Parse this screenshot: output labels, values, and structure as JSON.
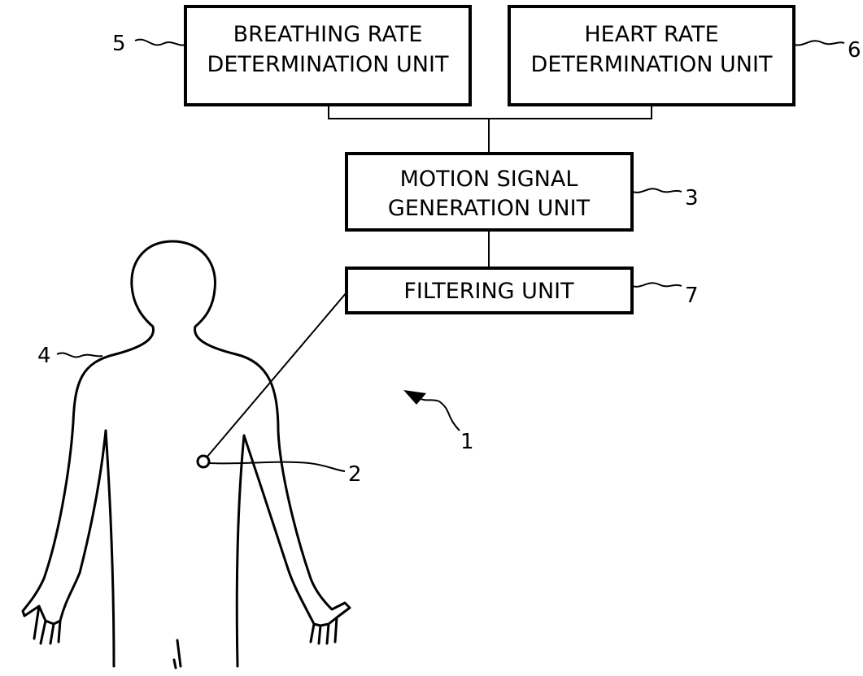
{
  "boxes": {
    "breathing": {
      "line1": "BREATHING RATE",
      "line2": "DETERMINATION UNIT",
      "ref": "5"
    },
    "heart": {
      "line1": "HEART RATE",
      "line2": "DETERMINATION UNIT",
      "ref": "6"
    },
    "motion": {
      "line1": "MOTION SIGNAL",
      "line2": "GENERATION UNIT",
      "ref": "3"
    },
    "filtering": {
      "line1": "FILTERING UNIT",
      "ref": "7"
    }
  },
  "references": {
    "person": "4",
    "sensor": "2",
    "system": "1"
  },
  "colors": {
    "stroke": "#000000",
    "background": "#ffffff"
  }
}
